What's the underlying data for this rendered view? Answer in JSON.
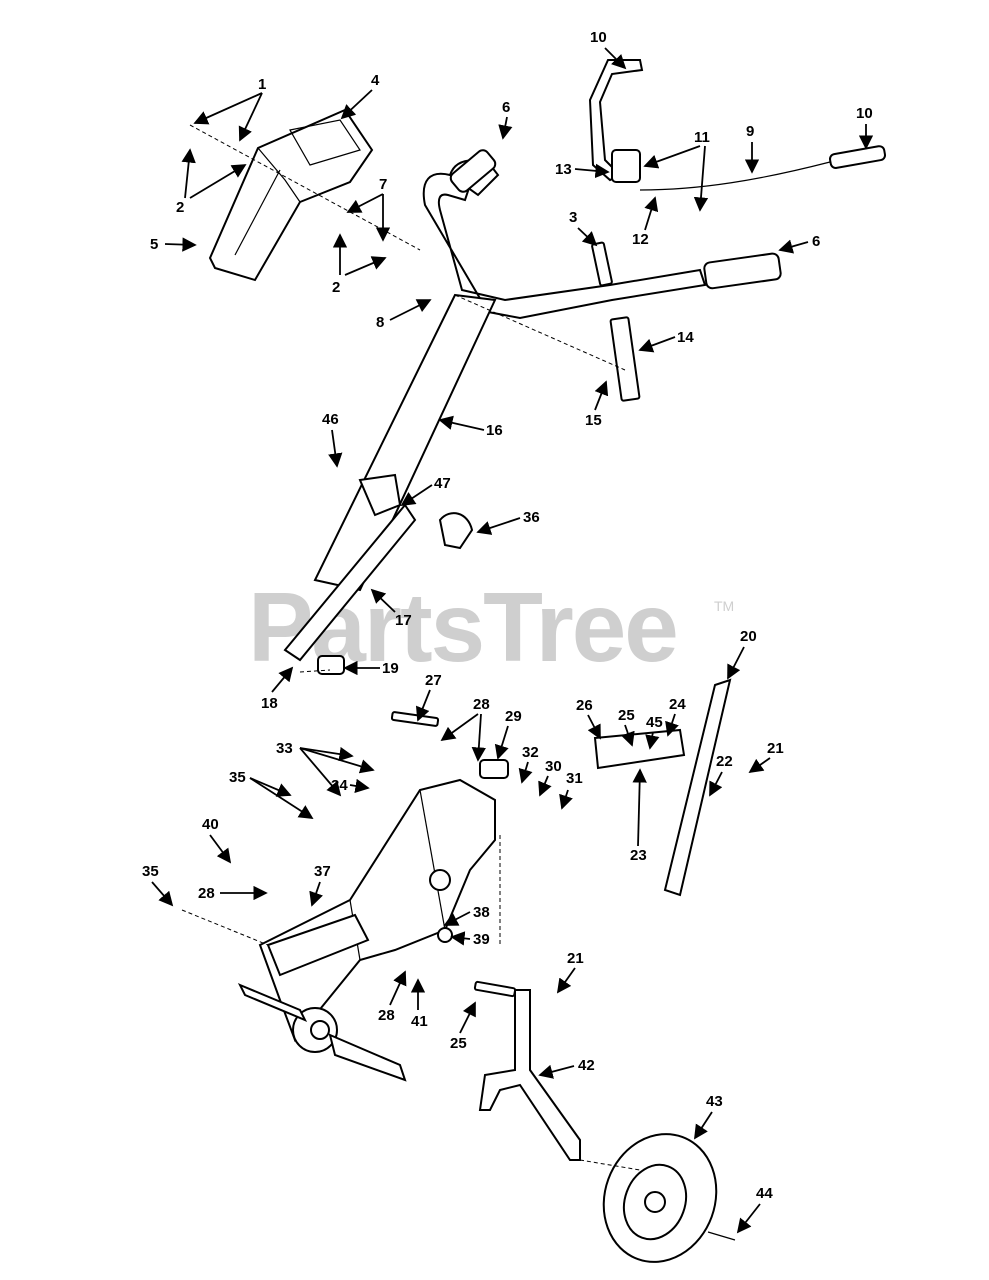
{
  "watermark": {
    "text": "PartsTree",
    "tm": "TM"
  },
  "callouts": [
    "1",
    "2",
    "2",
    "3",
    "4",
    "5",
    "6",
    "6",
    "7",
    "8",
    "9",
    "10",
    "10",
    "11",
    "12",
    "13",
    "14",
    "15",
    "16",
    "17",
    "18",
    "19",
    "20",
    "21",
    "21",
    "22",
    "23",
    "24",
    "25",
    "25",
    "26",
    "27",
    "28",
    "28",
    "28",
    "29",
    "30",
    "31",
    "32",
    "33",
    "34",
    "35",
    "35",
    "36",
    "37",
    "38",
    "39",
    "40",
    "41",
    "42",
    "43",
    "44",
    "45",
    "46",
    "47"
  ]
}
